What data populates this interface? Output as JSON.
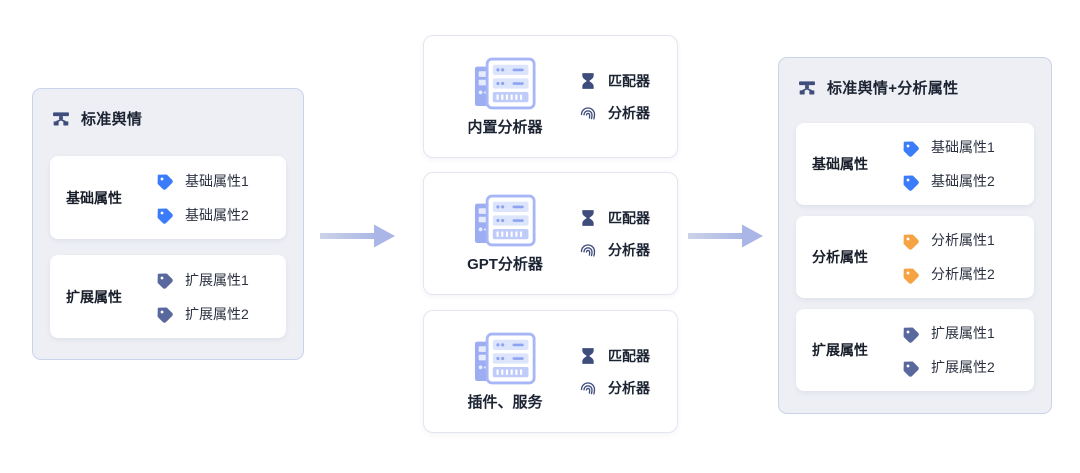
{
  "left_panel": {
    "title": "标准舆情",
    "groups": [
      {
        "label": "基础属性",
        "tag_color": "#3b7cfa",
        "tags": [
          "基础属性1",
          "基础属性2"
        ]
      },
      {
        "label": "扩展属性",
        "tag_color": "#5a699d",
        "tags": [
          "扩展属性1",
          "扩展属性2"
        ]
      }
    ]
  },
  "analyzers": [
    {
      "label": "内置分析器",
      "features": [
        "匹配器",
        "分析器"
      ]
    },
    {
      "label": "GPT分析器",
      "features": [
        "匹配器",
        "分析器"
      ]
    },
    {
      "label": "插件、服务",
      "features": [
        "匹配器",
        "分析器"
      ]
    }
  ],
  "right_panel": {
    "title": "标准舆情+分析属性",
    "groups": [
      {
        "label": "基础属性",
        "tag_color": "#3b7cfa",
        "tags": [
          "基础属性1",
          "基础属性2"
        ]
      },
      {
        "label": "分析属性",
        "tag_color": "#f6a344",
        "tags": [
          "分析属性1",
          "分析属性2"
        ]
      },
      {
        "label": "扩展属性",
        "tag_color": "#5a699d",
        "tags": [
          "扩展属性1",
          "扩展属性2"
        ]
      }
    ]
  },
  "icons": {
    "panel_header": "sitemap-icon",
    "attribute_tag": "tag-icon",
    "analyzer_machine": "server-icon",
    "matcher": "hourglass-icon",
    "analyzer": "fingerprint-icon",
    "flow": "arrow-right-icon"
  },
  "colors": {
    "tag_blue": "#3b7cfa",
    "tag_slate": "#5a699d",
    "tag_orange": "#f6a344",
    "icon_dark": "#3f4d7d",
    "server_border": "#a7b6f7",
    "server_fill": "#dde5fd",
    "arrow": "#aab7e6",
    "panel_bg": "#edeff4",
    "panel_border": "#c9d4e8"
  }
}
